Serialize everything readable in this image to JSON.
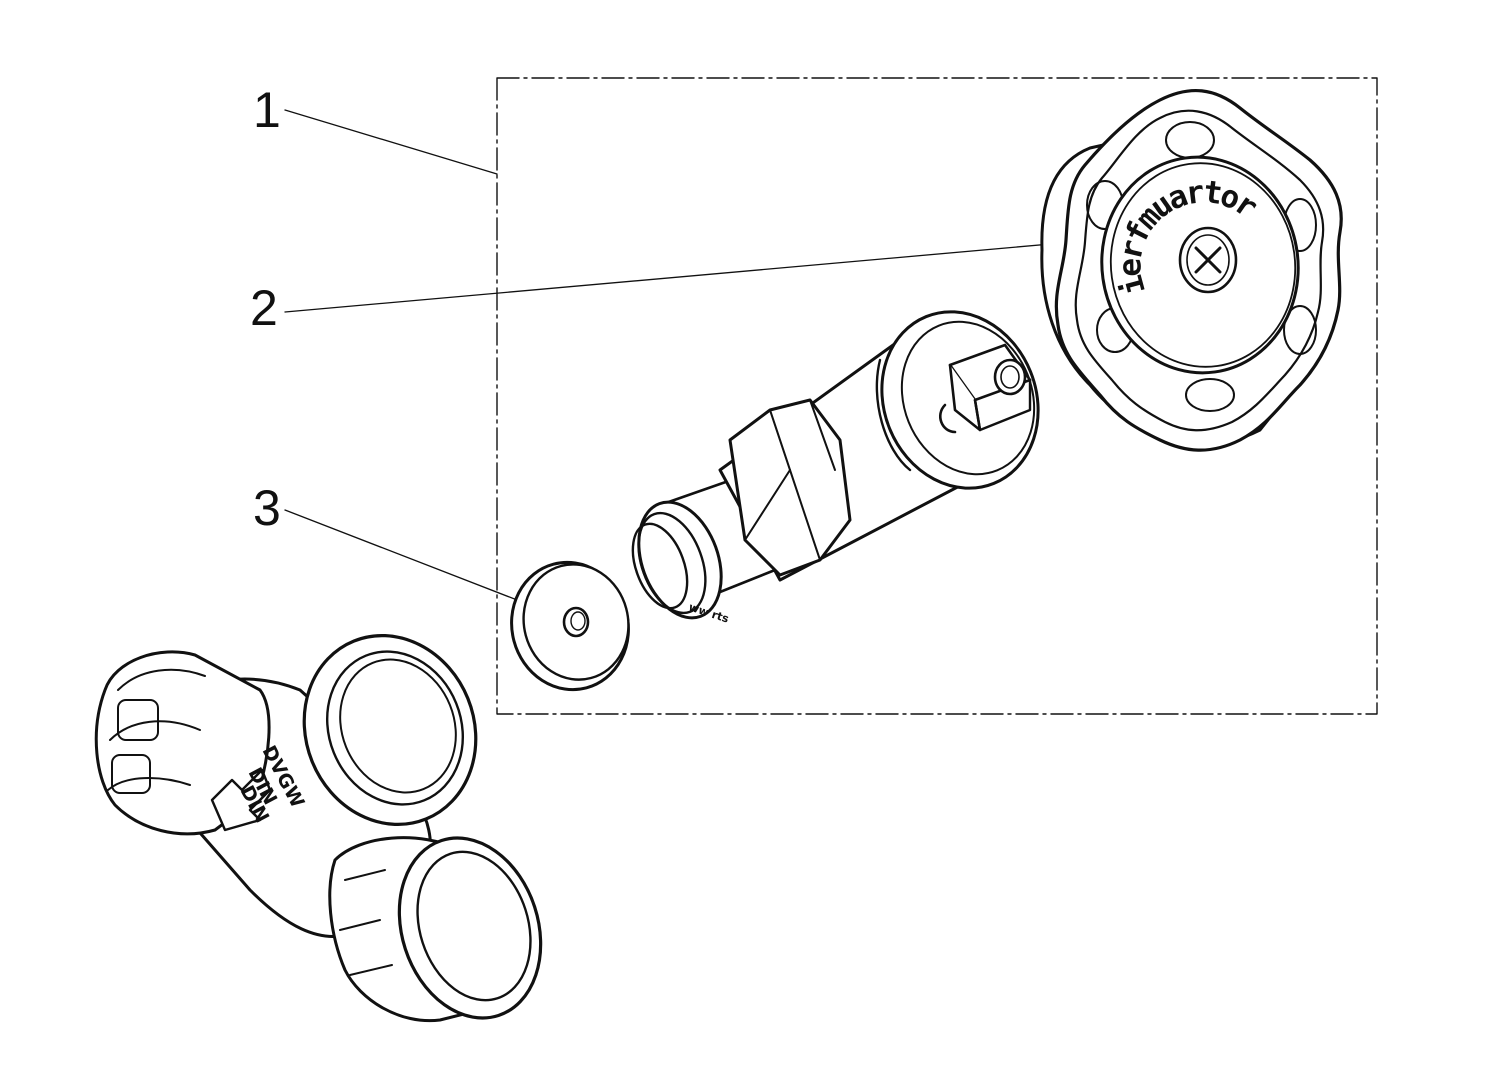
{
  "callouts": [
    {
      "number": "1"
    },
    {
      "number": "2"
    },
    {
      "number": "3"
    }
  ],
  "knob": {
    "letters": [
      "r",
      "o",
      "t",
      "r",
      "a",
      "u",
      "m",
      "f",
      "r",
      "e",
      "i"
    ]
  },
  "spindle_marking": "ww rts",
  "valve_body_markings": [
    "DVGW",
    "DIN",
    "DIN"
  ],
  "colors": {
    "line": "#111111",
    "background": "#ffffff"
  }
}
